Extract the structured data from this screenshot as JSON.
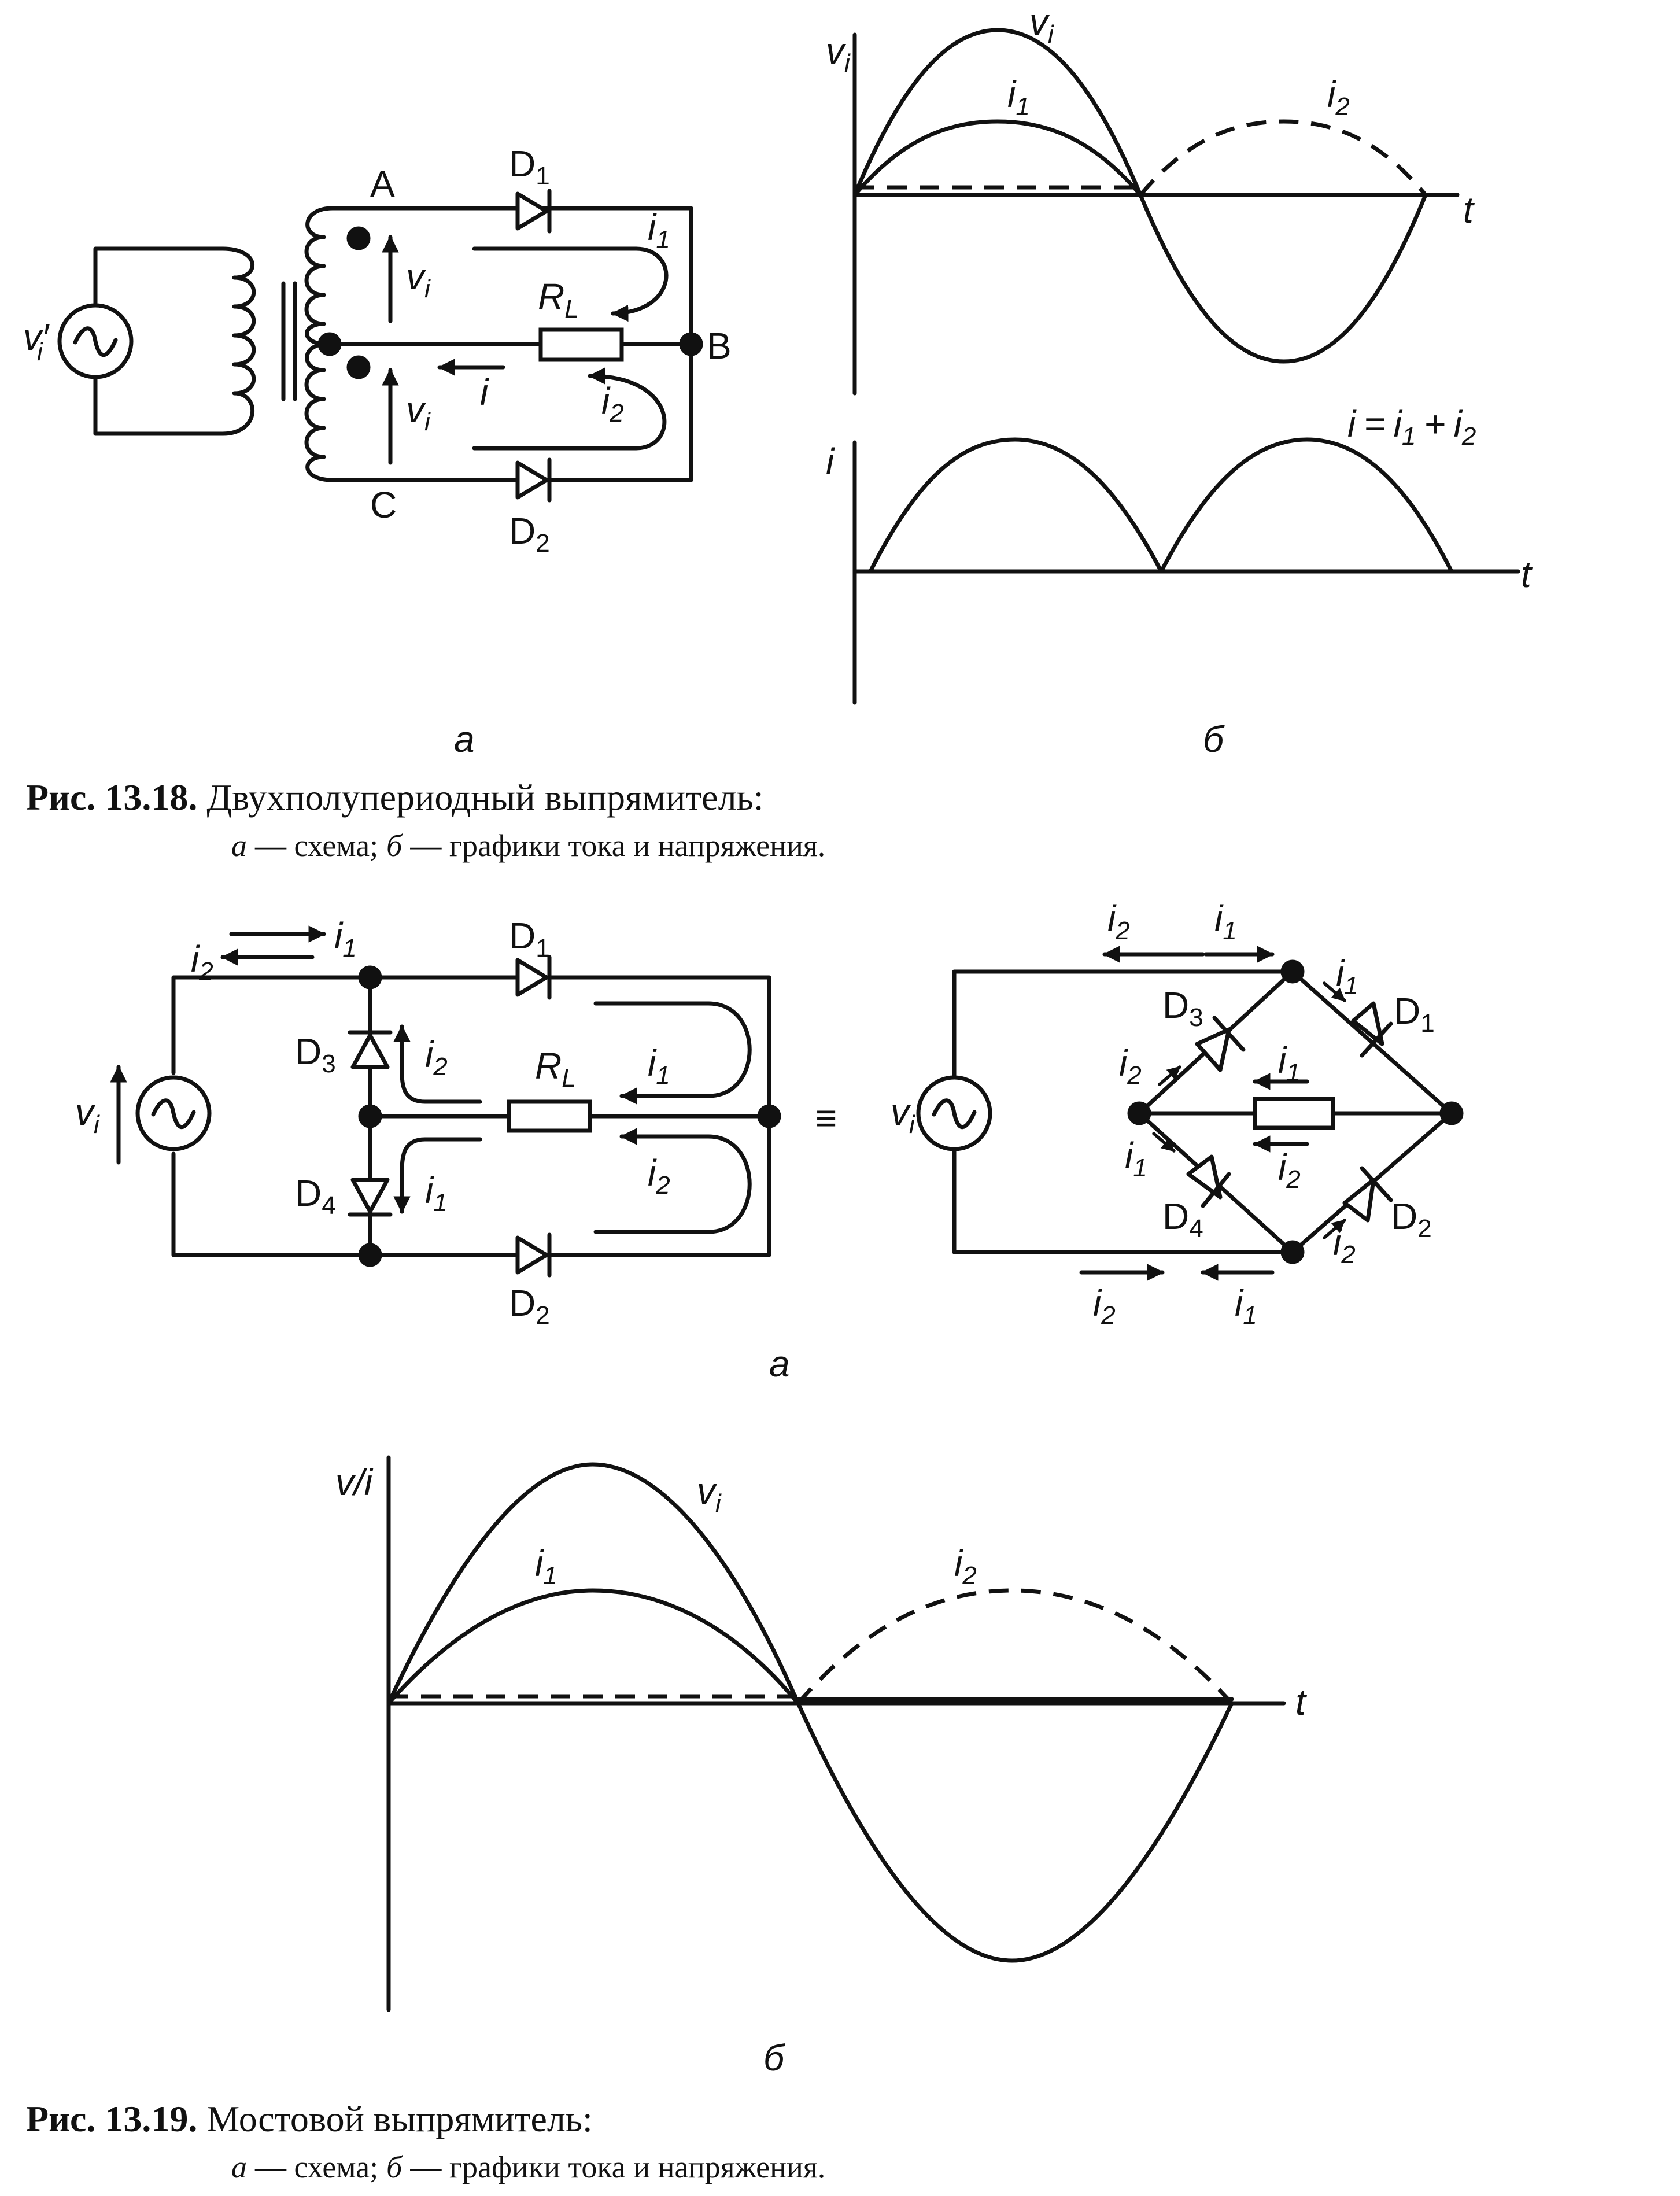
{
  "fig1": {
    "circuit": {
      "source_label": "v",
      "source_sub": "i",
      "source_prime": "′",
      "node_a": "A",
      "node_b": "B",
      "node_c": "C",
      "d1": "D",
      "d1_sub": "1",
      "d2": "D",
      "d2_sub": "2",
      "rl": "R",
      "rl_sub": "L",
      "vi_top": "v",
      "vi_top_sub": "i",
      "vi_bottom": "v",
      "vi_bottom_sub": "i",
      "i1": "i",
      "i1_sub": "1",
      "i2": "i",
      "i2_sub": "2",
      "i": "i"
    },
    "panel_a": "а",
    "panel_b": "б",
    "graph_top": {
      "ylabel": "v",
      "ylabel_sub": "i",
      "xlabel": "t",
      "curve_vi": "v",
      "curve_vi_sub": "i",
      "curve_i1": "i",
      "curve_i1_sub": "1",
      "curve_i2": "i",
      "curve_i2_sub": "2"
    },
    "graph_bottom": {
      "ylabel": "i",
      "xlabel": "t",
      "eq_i": "i",
      "eq_eq": "=",
      "eq_i1": "i",
      "eq_i1_sub": "1",
      "eq_plus": "+",
      "eq_i2": "i",
      "eq_i2_sub": "2"
    },
    "caption": {
      "label": "Рис. 13.18.",
      "title": "Двухполупериодный выпрямитель:",
      "sub_a": "а",
      "sub_a_text": "— схема;",
      "sub_b": "б",
      "sub_b_text": "— графики тока и напряжения."
    }
  },
  "fig2": {
    "circuit_left": {
      "vi": "v",
      "vi_sub": "i",
      "d1": "D",
      "d1_sub": "1",
      "d2": "D",
      "d2_sub": "2",
      "d3": "D",
      "d3_sub": "3",
      "d4": "D",
      "d4_sub": "4",
      "rl": "R",
      "rl_sub": "L",
      "i1": "i",
      "i1_sub": "1",
      "i2": "i",
      "i2_sub": "2"
    },
    "equiv": "≡",
    "circuit_right": {
      "vi": "v",
      "vi_sub": "i",
      "d1": "D",
      "d1_sub": "1",
      "d2": "D",
      "d2_sub": "2",
      "d3": "D",
      "d3_sub": "3",
      "d4": "D",
      "d4_sub": "4",
      "i1": "i",
      "i1_sub": "1",
      "i2": "i",
      "i2_sub": "2"
    },
    "panel_a": "а",
    "graph": {
      "ylabel": "v/i",
      "xlabel": "t",
      "curve_vi": "v",
      "curve_vi_sub": "i",
      "curve_i1": "i",
      "curve_i1_sub": "1",
      "curve_i2": "i",
      "curve_i2_sub": "2"
    },
    "panel_b": "б",
    "caption": {
      "label": "Рис. 13.19.",
      "title": "Мостовой выпрямитель:",
      "sub_a": "а",
      "sub_a_text": "— схема;",
      "sub_b": "б",
      "sub_b_text": "— графики тока и напряжения."
    }
  }
}
